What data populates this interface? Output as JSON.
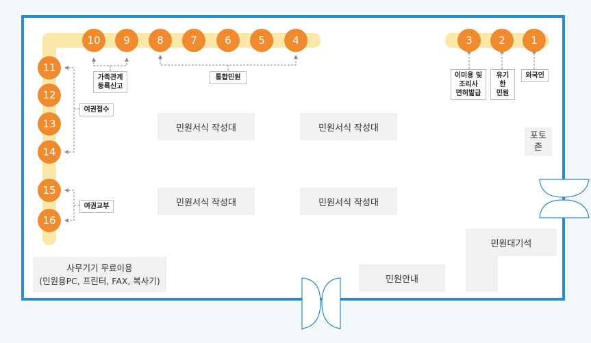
{
  "windows": [
    {
      "id": "w10",
      "label": "10"
    },
    {
      "id": "w9",
      "label": "9"
    },
    {
      "id": "w8",
      "label": "8"
    },
    {
      "id": "w7",
      "label": "7"
    },
    {
      "id": "w6",
      "label": "6"
    },
    {
      "id": "w5",
      "label": "5"
    },
    {
      "id": "w4",
      "label": "4"
    },
    {
      "id": "w3",
      "label": "3"
    },
    {
      "id": "w2",
      "label": "2"
    },
    {
      "id": "w1",
      "label": "1"
    },
    {
      "id": "w11",
      "label": "11"
    },
    {
      "id": "w12",
      "label": "12"
    },
    {
      "id": "w13",
      "label": "13"
    },
    {
      "id": "w14",
      "label": "14"
    },
    {
      "id": "w15",
      "label": "15"
    },
    {
      "id": "w16",
      "label": "16"
    }
  ],
  "labels": {
    "family": "가족관계\n등록신고",
    "integrated": "통합민원",
    "licence": "이미용 및\n조리사\n면허발급",
    "estate": "유기한\n민원",
    "foreigner": "외국인",
    "passport_apply": "여권접수",
    "passport_issue": "여권교부"
  },
  "areas": {
    "form_desk": "민원서식 작성대",
    "photo_zone": "포토\n존",
    "waiting": "민원대기석",
    "guide": "민원안내",
    "office_equipment": "사무기기 무료이용\n(민원용PC, 프린터, FAX, 복사기)"
  },
  "colors": {
    "wall": "#2a8ccb",
    "counter": "#fbe7a8",
    "window": "#ef8a2e"
  }
}
